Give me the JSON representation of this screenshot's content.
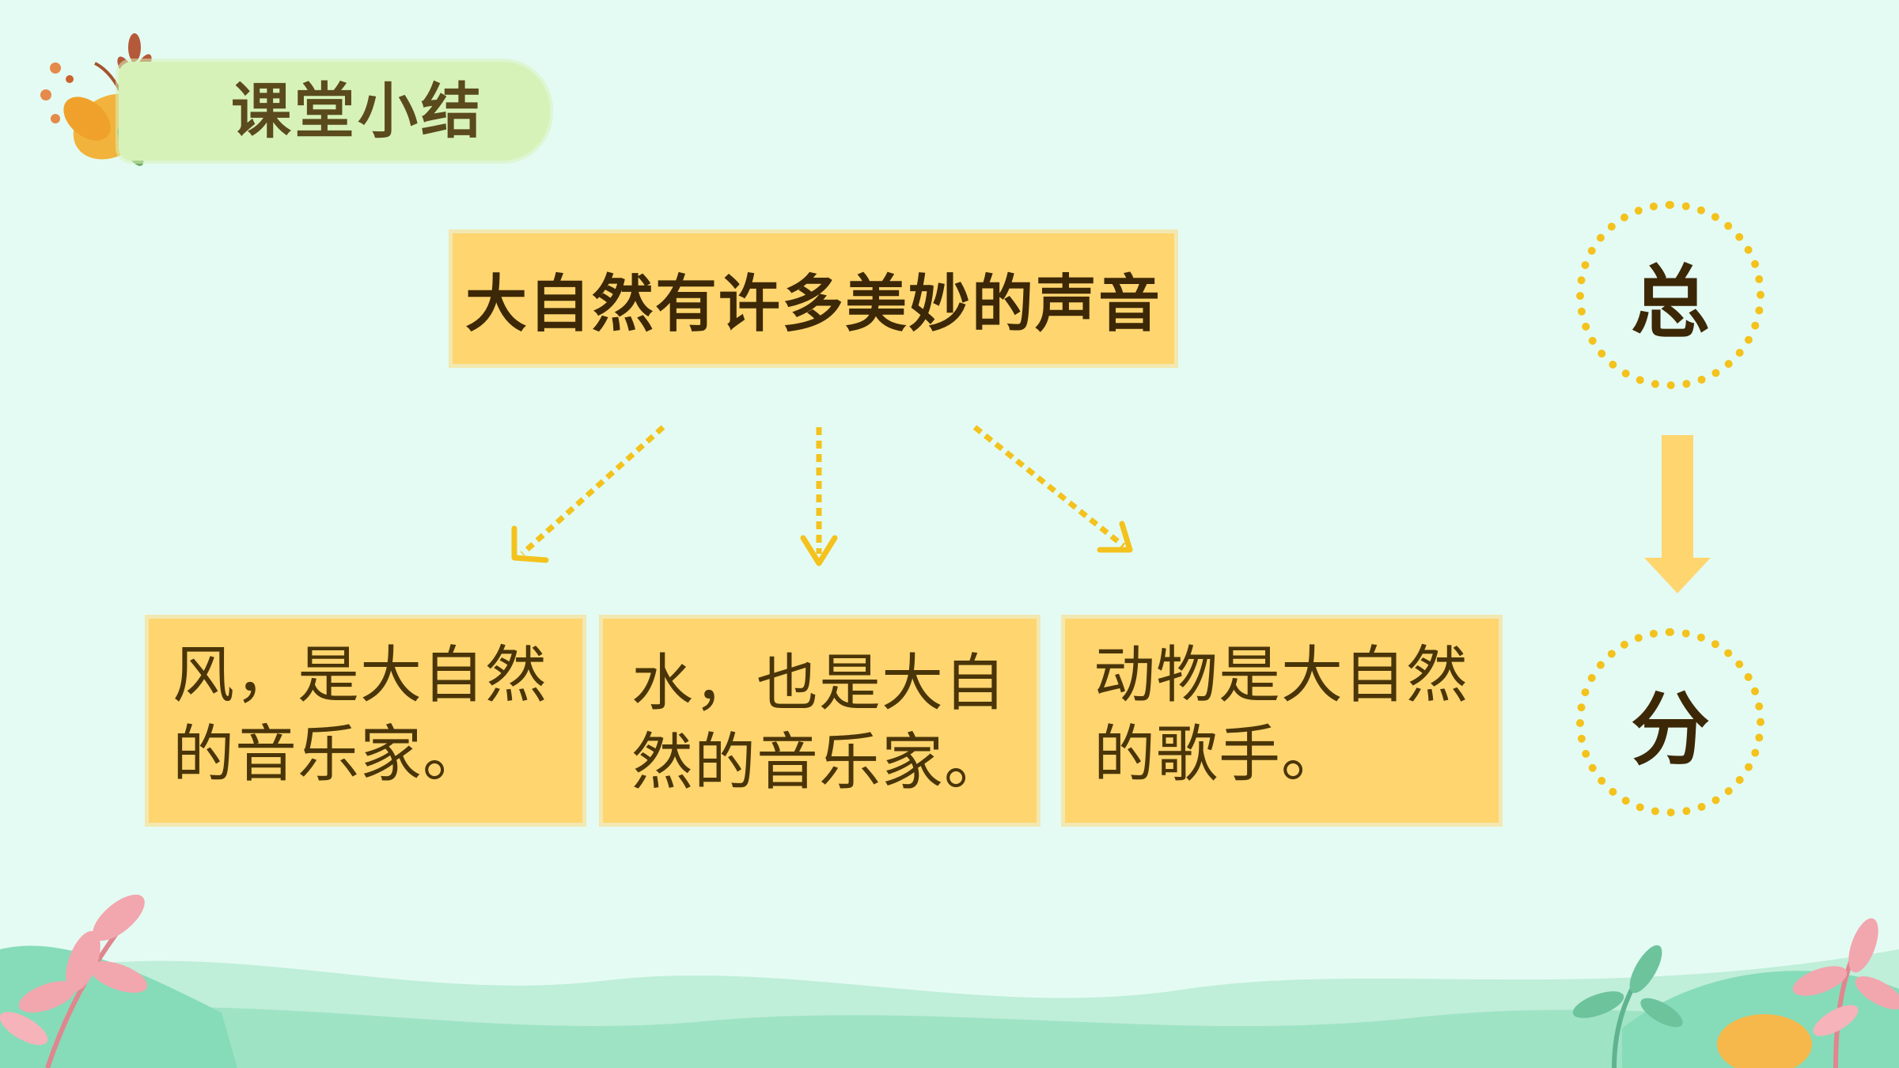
{
  "header": {
    "title": "课堂小结"
  },
  "topic": {
    "text": "大自然有许多美妙的声音"
  },
  "subtopics": [
    {
      "text": "风，是大自然\n的音乐家。"
    },
    {
      "text": "水，也是大自\n然的音乐家。"
    },
    {
      "text": "动物是大自然\n的歌手。"
    }
  ],
  "structure": {
    "top_label": "总",
    "bottom_label": "分"
  },
  "colors": {
    "background": "#e4fbf3",
    "box_fill": "#ffd56f",
    "accent_yellow": "#f4c21d",
    "text_dark": "#3c2806"
  }
}
